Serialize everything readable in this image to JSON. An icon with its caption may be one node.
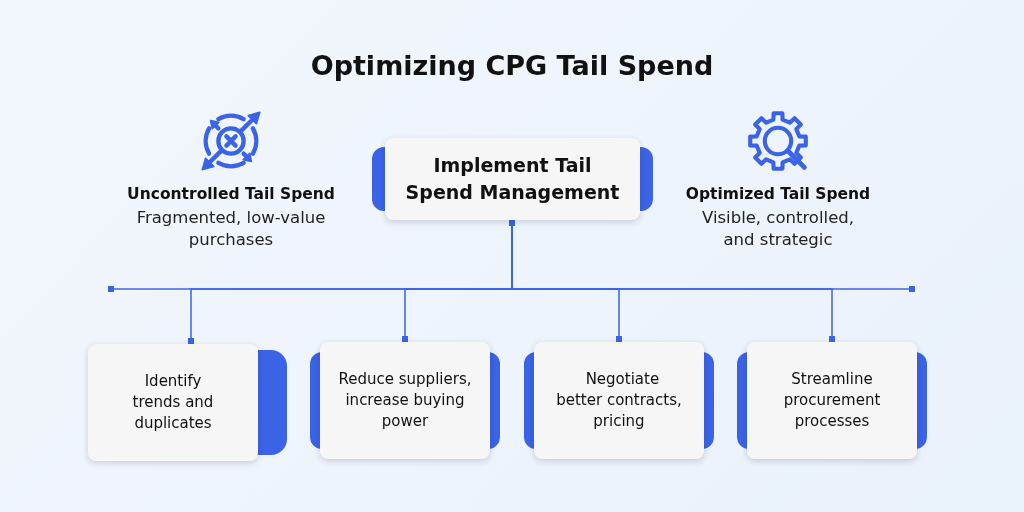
{
  "diagram": {
    "title": "Optimizing CPG Tail Spend",
    "nodes": [
      {
        "text": [
          "Implement Tail Spend Management"
        ]
      },
      {
        "text": [
          "Identify trends and duplicates"
        ]
      },
      {
        "text": [
          "Reduce suppliers, increase buying power"
        ]
      },
      {
        "text": [
          "Negotiate better contracts, pricing"
        ]
      },
      {
        "text": [
          "Streamline procurement processes"
        ]
      }
    ],
    "edges": [
      {
        "from": 0,
        "to": 1,
        "arrow": "other"
      },
      {
        "from": 0,
        "to": 2,
        "arrow": "other"
      },
      {
        "from": 0,
        "to": 3,
        "arrow": "other"
      },
      {
        "from": 0,
        "to": 4,
        "arrow": "other"
      }
    ],
    "labels": [
      "Uncontrolled Tail Spend",
      "Fragmented, low-value purchases",
      "Optimized Tail Spend",
      "Visible, controlled, and strategic"
    ]
  }
}
